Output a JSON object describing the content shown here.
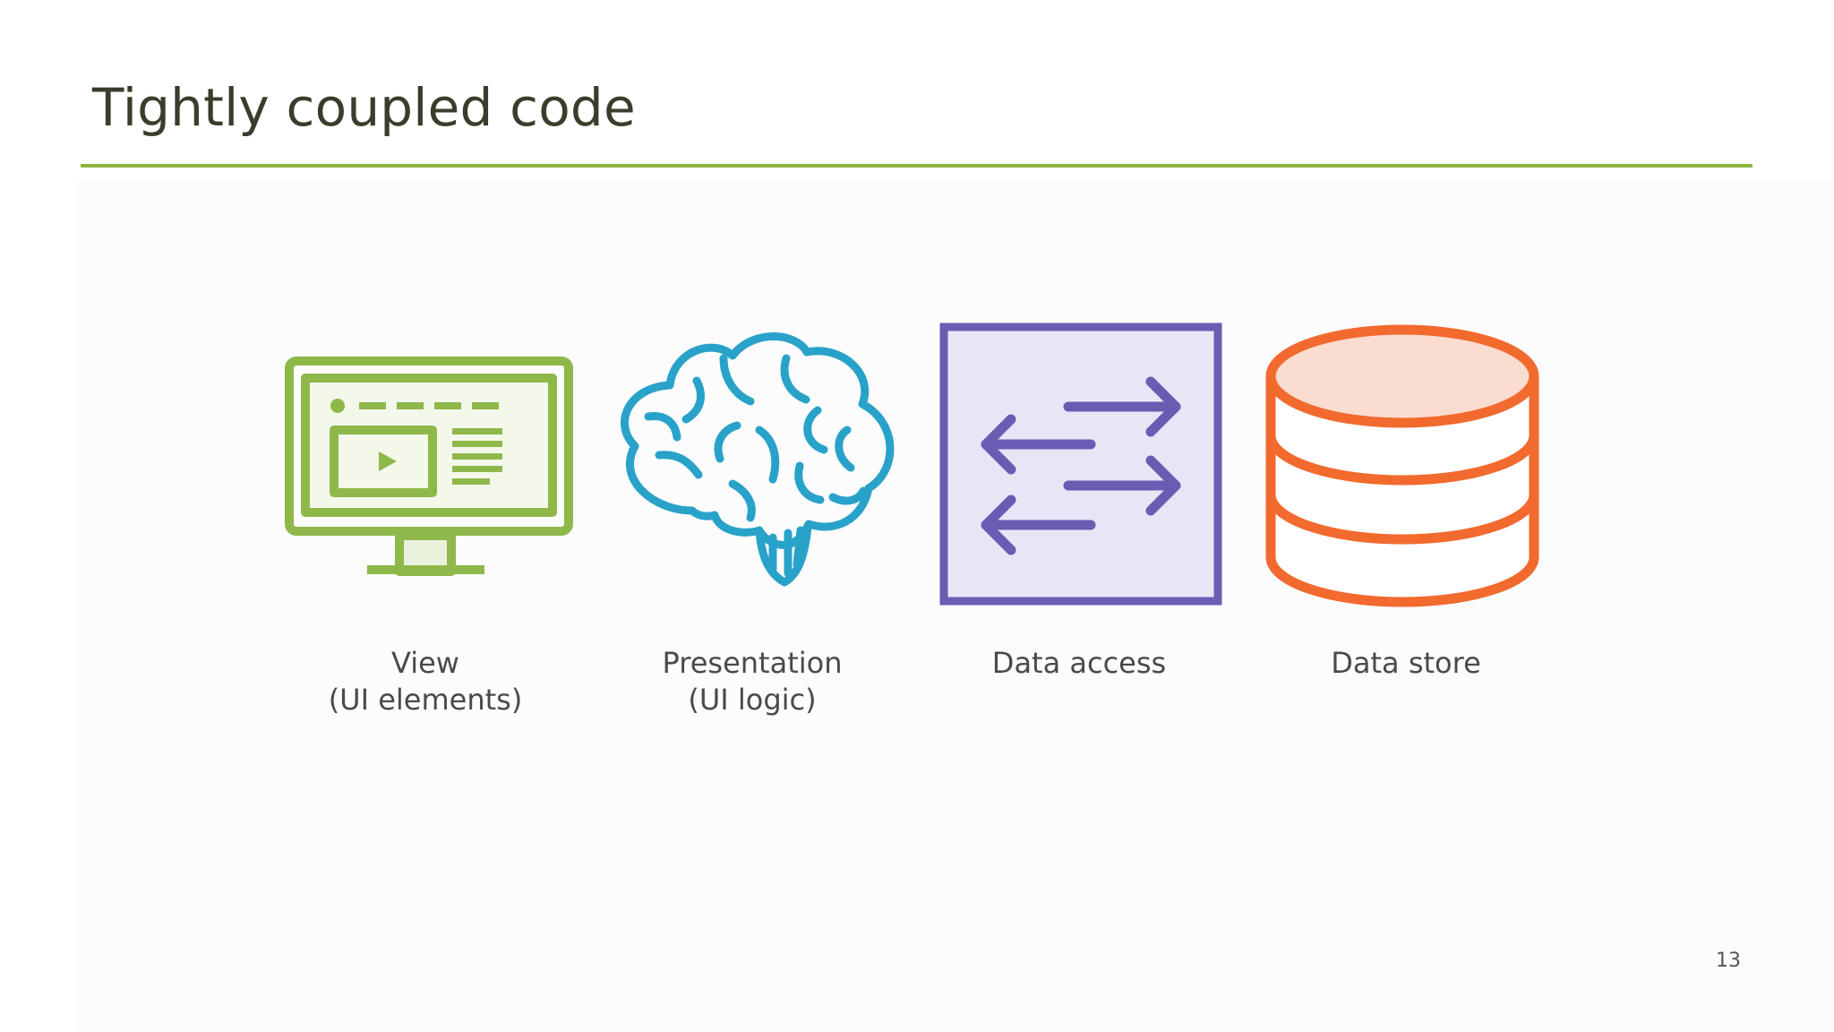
{
  "slide": {
    "title": "Tightly coupled code",
    "page_number": "13",
    "accent_color": "#8db43e"
  },
  "layers": [
    {
      "line1": "View",
      "line2": "(UI elements)",
      "icon": "monitor-icon",
      "color": "#8fb84a"
    },
    {
      "line1": "Presentation",
      "line2": "(UI logic)",
      "icon": "brain-icon",
      "color": "#29a2c9"
    },
    {
      "line1": "Data access",
      "line2": "",
      "icon": "exchange-arrows-icon",
      "color": "#6a5cb3"
    },
    {
      "line1": "Data store",
      "line2": "",
      "icon": "database-icon",
      "color": "#f26a2e"
    }
  ]
}
